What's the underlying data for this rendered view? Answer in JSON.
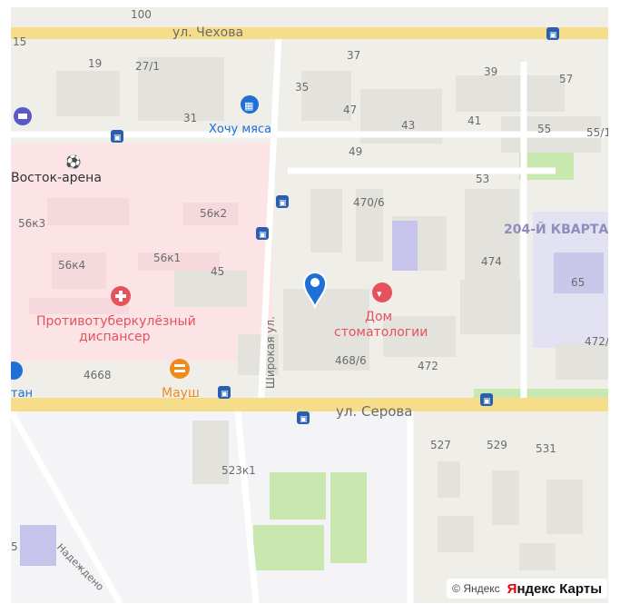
{
  "map": {
    "streets": {
      "chekhova": "ул. Чехова",
      "serova": "ул. Серова",
      "shirokaya": "Широкая ул.",
      "nadezhdenskaya": "Надеждено"
    },
    "districts": {
      "kvartal_204": "204-Й КВАРТАЛ"
    },
    "buildings": [
      "100",
      "15",
      "19",
      "27/1",
      "31",
      "35",
      "37",
      "39",
      "57",
      "47",
      "43",
      "41",
      "55",
      "55/1",
      "49",
      "53",
      "470/6",
      "56к3",
      "56к2",
      "56к1",
      "56к4",
      "45",
      "474",
      "65",
      "472/",
      "468/6",
      "472",
      "4668",
      "527",
      "529",
      "531",
      "523к1",
      "5"
    ],
    "pois": {
      "hotel": "",
      "vostok_arena": "Восток-арена",
      "khochu_myasa": "Хочу мяса",
      "dispanser_line1": "Противотуберкулёзный",
      "dispanser_line2": "диспансер",
      "dom_stom_line1": "Дом",
      "dom_stom_line2": "стоматологии",
      "maush": "Мауш",
      "left_edge": "тан"
    },
    "attribution": {
      "copyright": "© Яндекс",
      "brand_first": "Я",
      "brand_rest": "ндекс Карты"
    },
    "colors": {
      "background": "#efeee9",
      "major_road": "#f5dd8a",
      "hospital_zone": "#fbe3e6",
      "poi_red": "#e5525c",
      "poi_blue": "#1e6fd6",
      "poi_orange": "#f08a1c",
      "school_zone": "#dcdcf2",
      "green_area": "#c9e8b0",
      "marker_blue": "#1e6fd6"
    }
  }
}
